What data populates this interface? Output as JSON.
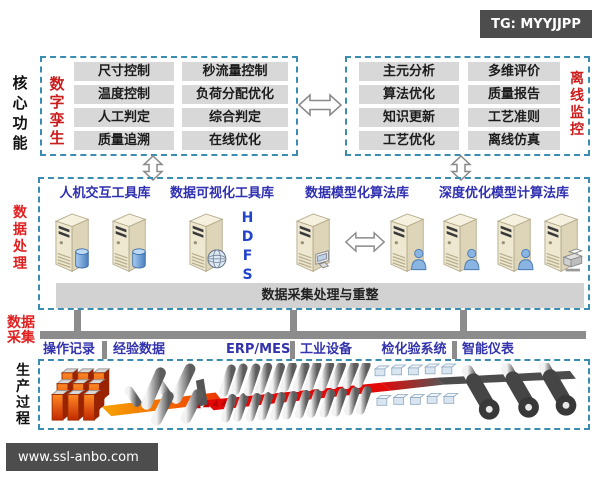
{
  "header": {
    "tag": "TG: MYYJJPP"
  },
  "footer": {
    "watermark": "www.ssl-anbo.com"
  },
  "side_labels": {
    "core_functions": "核心功能",
    "data_processing": "数据处理",
    "data_collection": "数据采集",
    "production_process": "生产过程"
  },
  "digital_twin": {
    "title": "数字孪生",
    "items_left": [
      "尺寸控制",
      "温度控制",
      "人工判定",
      "质量追溯"
    ],
    "items_right": [
      "秒流量控制",
      "负荷分配优化",
      "综合判定",
      "在线优化"
    ]
  },
  "offline_monitor": {
    "title": "离线监控",
    "items_left": [
      "主元分析",
      "算法优化",
      "知识更新",
      "工艺优化"
    ],
    "items_right": [
      "多维评价",
      "质量报告",
      "工艺准则",
      "离线仿真"
    ]
  },
  "data_platform": {
    "libraries": [
      "人机交互工具库",
      "数据可视化工具库",
      "数据模型化算法库",
      "深度优化模型计算法库"
    ],
    "hdfs": "HDFS",
    "bus": "数据采集处理与重整"
  },
  "data_sources": [
    "操作记录",
    "经验数据",
    "ERP/MES",
    "工业设备",
    "检化验系统",
    "智能仪表"
  ],
  "icons": {
    "server": "server-tower-icon",
    "database": "database-cylinder-icon",
    "globe": "globe-icon",
    "user": "user-icon",
    "workstation": "workstation-icon",
    "printer": "printer-icon",
    "arrow_horizontal": "double-arrow-horizontal-icon",
    "arrow_vertical": "double-arrow-vertical-icon"
  },
  "colors": {
    "dashed_border": "#3a8cb0",
    "red_label": "#e02020",
    "blue_label": "#2f2fb2",
    "item_gray": "#d8d8d8",
    "bus_gray": "#d2d2d2",
    "connector_gray": "#8c8c8c",
    "dark_box": "#4d4d4d"
  }
}
